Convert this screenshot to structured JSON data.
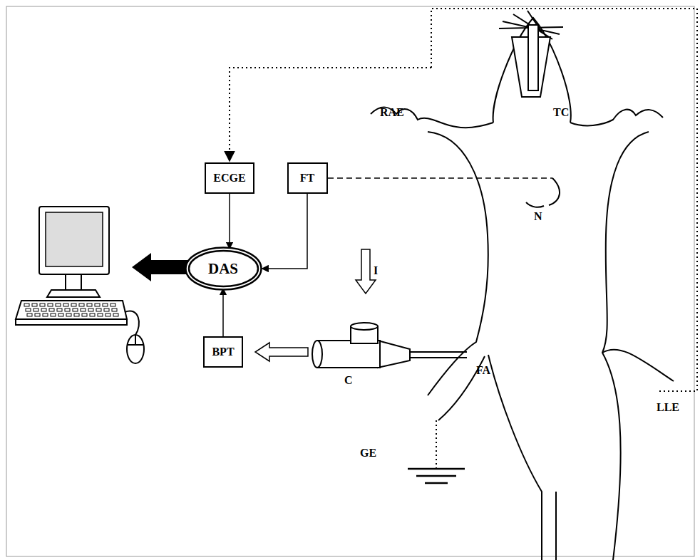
{
  "diagram": {
    "nodes": [
      {
        "text": [
          "ECGE"
        ]
      },
      {
        "text": [
          "FT"
        ]
      },
      {
        "text": [
          "DAS"
        ]
      },
      {
        "text": [
          "BPT"
        ]
      }
    ],
    "edges": [
      {
        "from": 0,
        "to": 2,
        "arrow": "to"
      },
      {
        "from": 1,
        "to": 2,
        "arrow": "to"
      },
      {
        "from": 3,
        "to": 2,
        "arrow": "to"
      }
    ],
    "labels": [
      "RAE",
      "TC",
      "N",
      "I",
      "FA",
      "C",
      "LLE",
      "GE"
    ]
  }
}
